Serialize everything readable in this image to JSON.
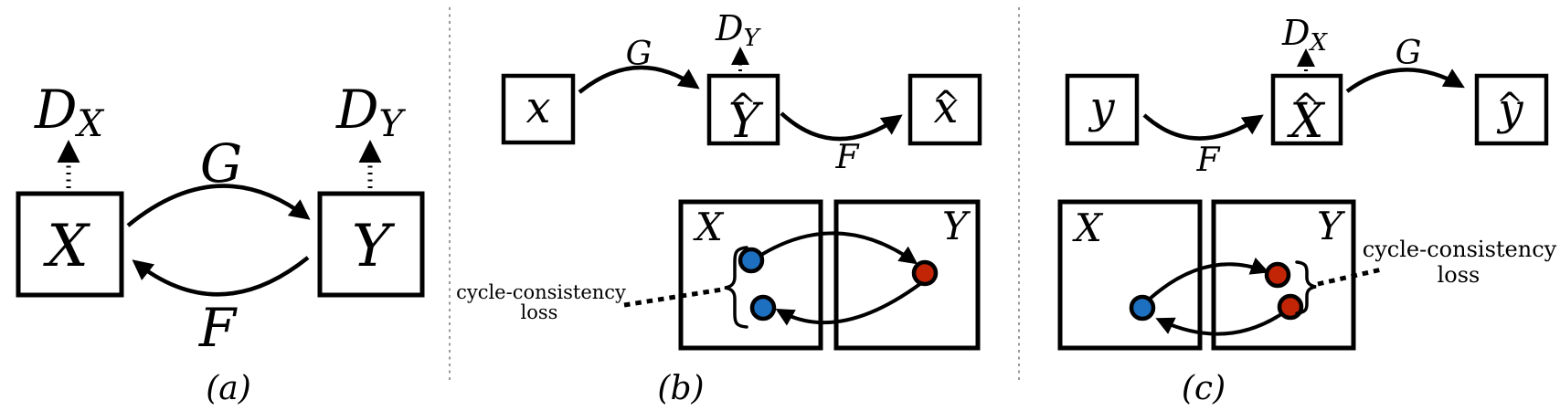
{
  "figure": {
    "type": "cyclegan-model-diagram",
    "colors": {
      "blue_dot": "#1d6fc0",
      "red_dot": "#c22505",
      "divider": "#999999",
      "ink": "#000000"
    },
    "panel_a": {
      "caption": "(a)",
      "box_x": "X",
      "box_y": "Y",
      "disc_x": {
        "main": "D",
        "sub": "X"
      },
      "disc_y": {
        "main": "D",
        "sub": "Y"
      },
      "map_g": "G",
      "map_f": "F"
    },
    "panel_b": {
      "caption": "(b)",
      "box_x": "x",
      "box_yhat": {
        "symbol": "Ŷ",
        "letter": "Y",
        "hat": "^"
      },
      "box_xhat": {
        "symbol": "x̂",
        "letter": "x",
        "hat": "^"
      },
      "disc_y": {
        "main": "D",
        "sub": "Y"
      },
      "map_g": "G",
      "map_f": "F",
      "domain_x": "X",
      "domain_y": "Y",
      "loss_label": {
        "line1": "cycle-consistency",
        "line2": "loss"
      }
    },
    "panel_c": {
      "caption": "(c)",
      "box_y": "y",
      "box_xhat": {
        "symbol": "X̂",
        "letter": "X",
        "hat": "^"
      },
      "box_yhat": {
        "symbol": "ŷ",
        "letter": "y",
        "hat": "^"
      },
      "disc_x": {
        "main": "D",
        "sub": "X"
      },
      "map_f": "F",
      "map_g": "G",
      "domain_x": "X",
      "domain_y": "Y",
      "loss_label": {
        "line1": "cycle-consistency",
        "line2": "loss"
      }
    }
  }
}
